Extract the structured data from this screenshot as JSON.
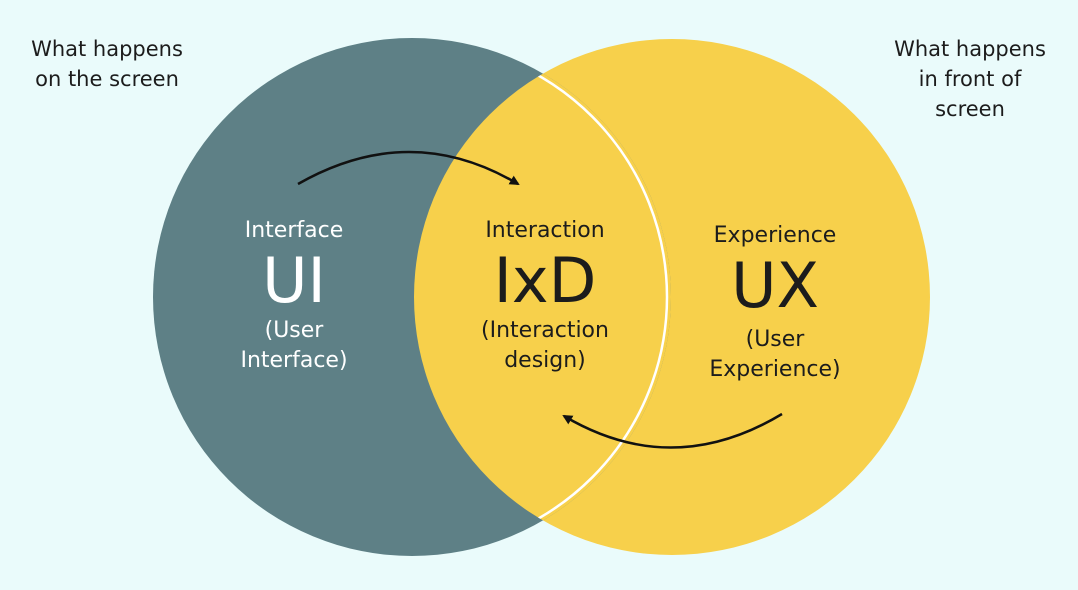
{
  "colors": {
    "background": "#eafbfb",
    "ui_circle": "#5e8086",
    "ux_circle": "#f7d04b",
    "intersection_outline": "#ffffff",
    "arrow": "#111111"
  },
  "notes": {
    "left": "What happens on the screen",
    "right": "What happens in front of screen"
  },
  "ui": {
    "role": "Interface",
    "abbr": "UI",
    "full": "(User Interface)"
  },
  "ixd": {
    "role": "Interaction",
    "abbr": "IxD",
    "full": "(Interaction design)"
  },
  "ux": {
    "role": "Experience",
    "abbr": "UX",
    "full": "(User Experience)"
  }
}
